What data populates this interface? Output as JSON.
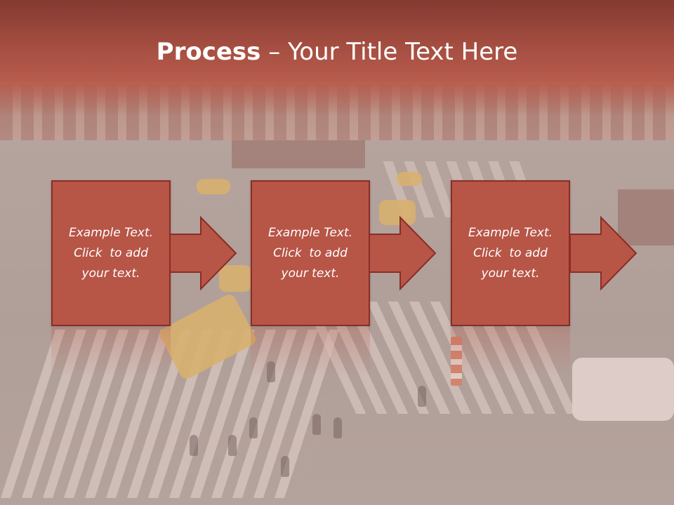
{
  "slide": {
    "title_bold": "Process",
    "title_separator": " – ",
    "title_rest": "Your Title Text Here"
  },
  "steps": [
    {
      "line1": "Example Text.",
      "line2": "Click  to add",
      "line3": "your text."
    },
    {
      "line1": "Example Text.",
      "line2": "Click  to add",
      "line3": "your text."
    },
    {
      "line1": "Example Text.",
      "line2": "Click  to add",
      "line3": "your text."
    }
  ],
  "colors": {
    "header": "#a14b3f",
    "box_fill": "#b75547",
    "box_border": "#8a2d25",
    "text": "#ffffff"
  },
  "icons": [
    "right-arrow-icon",
    "right-arrow-icon",
    "right-arrow-icon"
  ]
}
